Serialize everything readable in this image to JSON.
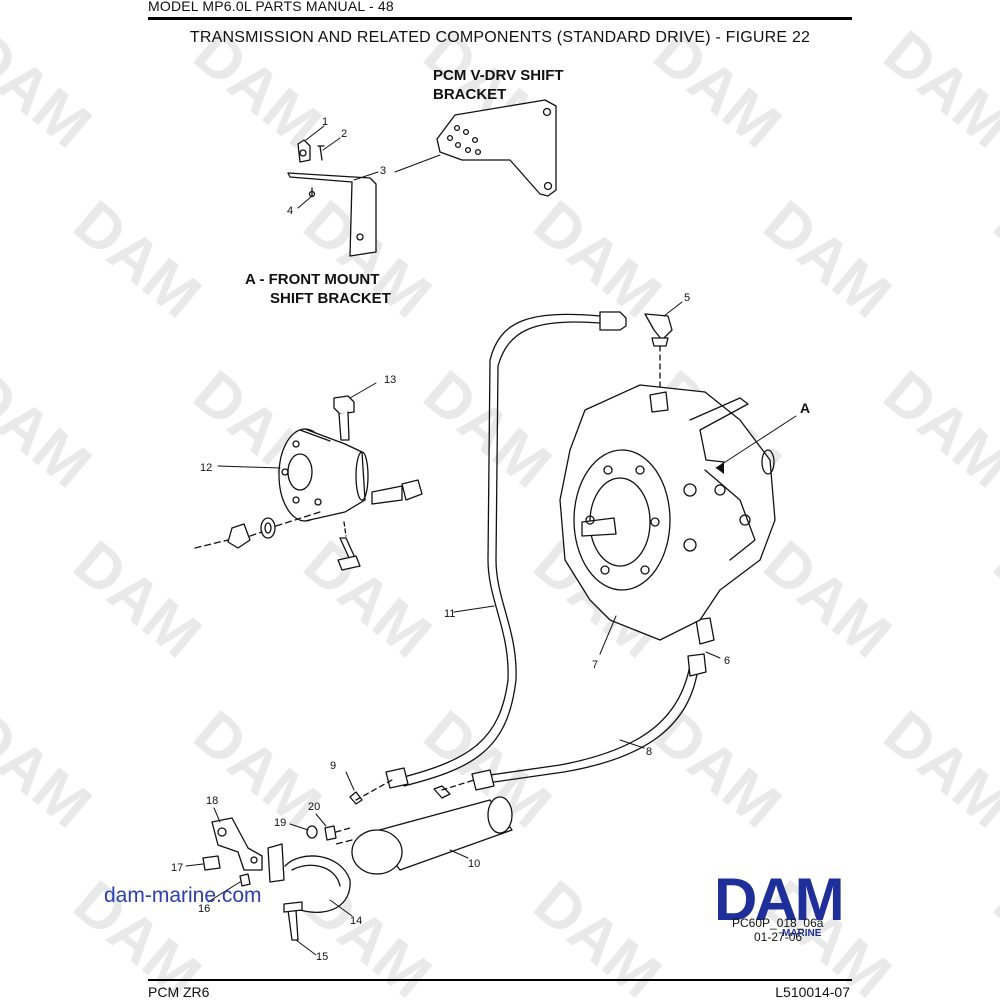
{
  "header": {
    "title": "MODEL MP6.0L PARTS MANUAL - 48",
    "subtitle": "TRANSMISSION AND RELATED COMPONENTS (STANDARD DRIVE) - FIGURE 22"
  },
  "footer": {
    "left": "PCM ZR6",
    "right": "L510014-07"
  },
  "labels": {
    "vdrv_bracket": "PCM V-DRV SHIFT\nBRACKET",
    "front_mount": "A - FRONT MOUNT\n      SHIFT BRACKET",
    "callout_a": "A"
  },
  "part_numbers": [
    "1",
    "2",
    "3",
    "4",
    "5",
    "6",
    "7",
    "8",
    "9",
    "10",
    "11",
    "12",
    "13",
    "14",
    "15",
    "16",
    "17",
    "18",
    "19",
    "20"
  ],
  "watermark": {
    "text": "DAM",
    "site": "dam-marine.com",
    "logo": "DAM",
    "logo_sub": "MARINE"
  },
  "drawing_id": {
    "code": "PC60P_018_06a",
    "date": "01-27-06"
  }
}
